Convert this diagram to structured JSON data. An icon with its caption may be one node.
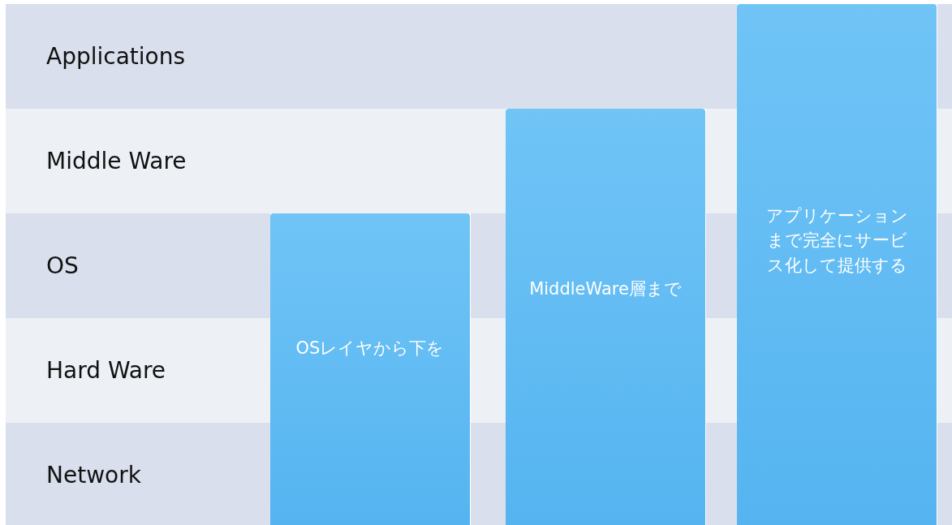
{
  "diagram": {
    "nodes": [
      {
        "text": [
          "Applications"
        ]
      },
      {
        "text": [
          "Middle Ware"
        ]
      },
      {
        "text": [
          "OS"
        ]
      },
      {
        "text": [
          "Hard Ware"
        ]
      },
      {
        "text": [
          "Network"
        ]
      },
      {
        "text": [
          "OSレイヤから下を"
        ]
      },
      {
        "text": [
          "MiddleWare層まで"
        ]
      },
      {
        "text": [
          "アプリケーションまで完全にサービス化して提供する"
        ]
      }
    ]
  }
}
